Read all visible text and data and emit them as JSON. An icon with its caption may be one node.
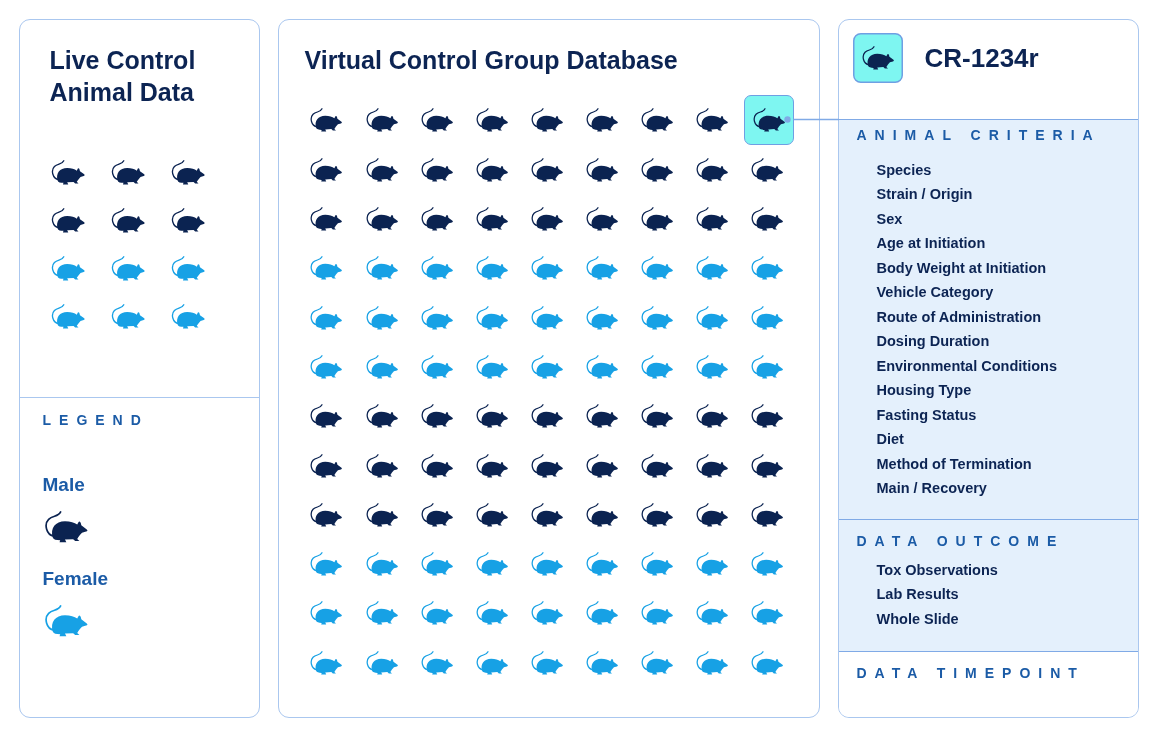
{
  "diagram": {
    "nodes": [
      {
        "text": [
          "Live Control Animal Data"
        ]
      },
      {
        "text": [
          "Virtual Control Group Database"
        ]
      },
      {
        "text": [],
        "shape": "picture",
        "in": 1
      },
      {
        "text": [
          "CR-1234r"
        ]
      },
      {
        "text": [
          "ANIMAL CRITERIA",
          "Species",
          "Strain / Origin",
          "Sex",
          "Age at Initiation",
          "Body Weight at Initiation",
          "Vehicle Category",
          "Route of Administration",
          "Dosing Duration",
          "Environmental Conditions",
          "Housing Type",
          "Fasting Status",
          "Diet",
          "Method of Termination",
          "Main / Recovery"
        ],
        "in": 3
      },
      {
        "text": [
          "DATA OUTCOME",
          "Tox Observations",
          "Lab Results",
          "Whole Slide"
        ],
        "in": 3
      },
      {
        "text": [
          "DATA TIMEPOINT"
        ],
        "in": 3
      }
    ],
    "edges": [
      {
        "from": 2,
        "to": 4,
        "arrow": "other"
      }
    ],
    "labels": [
      "LEGEND"
    ],
    "legend": [
      {
        "text": "Male",
        "color": "#0b2351"
      },
      {
        "text": "Female",
        "color": "#17a1e5"
      }
    ]
  }
}
